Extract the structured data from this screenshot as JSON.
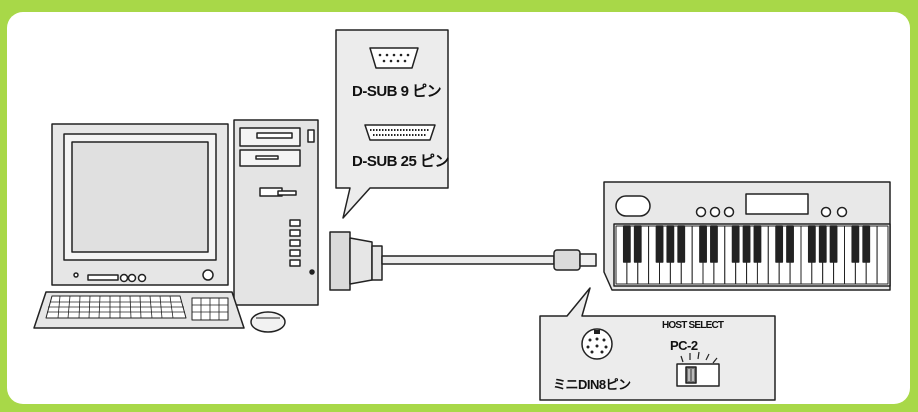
{
  "labels": {
    "dsub9": "D-SUB 9 ピン",
    "dsub25": "D-SUB 25 ピン",
    "mini_din": "ミニDIN8ピン",
    "host_select": "HOST SELECT",
    "pc2": "PC-2"
  },
  "colors": {
    "frame": "#a8d848",
    "panel": "#ffffff",
    "device_fill": "#e8e8e8",
    "outline": "#222222"
  }
}
